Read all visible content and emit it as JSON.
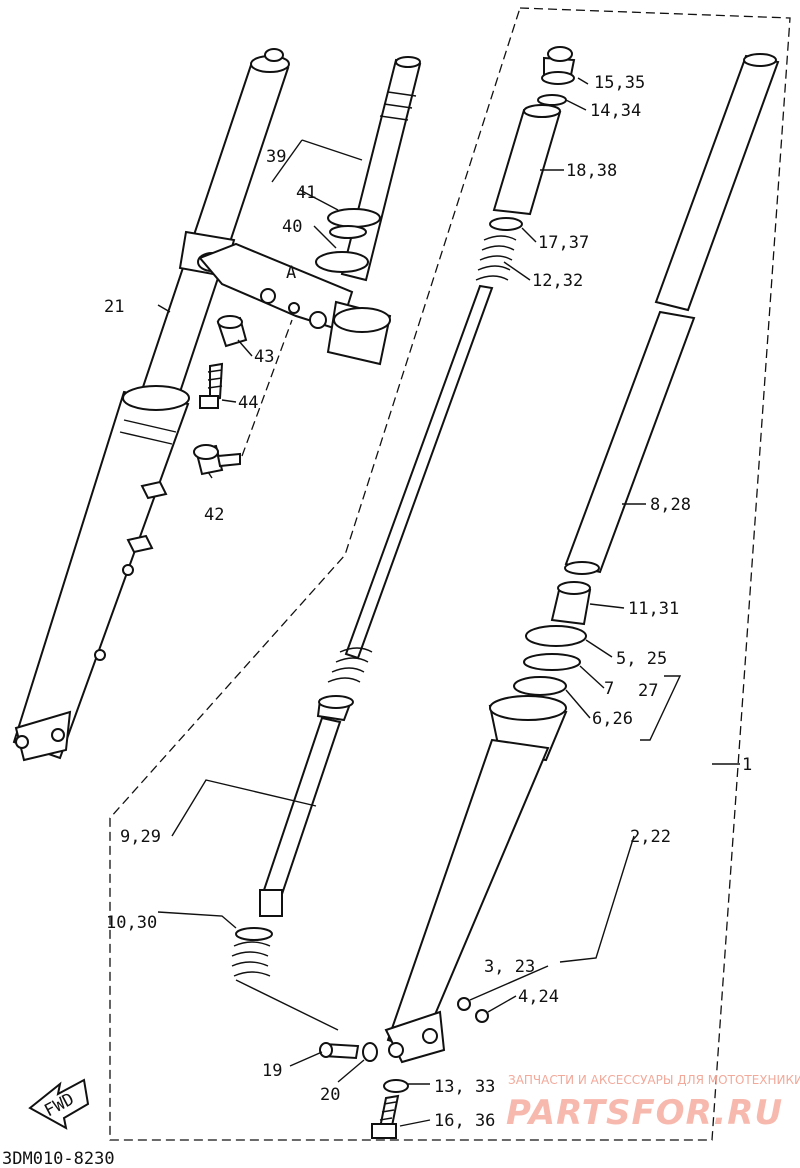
{
  "diagram": {
    "code": "3DM010-8230",
    "fwd_label": "FWD",
    "label_a": "A",
    "callouts": {
      "c1": "1",
      "c2_22": "2,22",
      "c3_23": "3, 23",
      "c4_24": "4,24",
      "c5_25": "5, 25",
      "c6_26": "6,26",
      "c7": "7",
      "c27": "27",
      "c8_28": "8,28",
      "c9_29": "9,29",
      "c10_30": "10,30",
      "c11_31": "11,31",
      "c12_32": "12,32",
      "c13_33": "13, 33",
      "c14_34": "14,34",
      "c15_35": "15,35",
      "c16_36": "16, 36",
      "c17_37": "17,37",
      "c18_38": "18,38",
      "c19": "19",
      "c20": "20",
      "c21": "21",
      "c39": "39",
      "c40": "40",
      "c41": "41",
      "c42": "42",
      "c43": "43",
      "c44": "44"
    }
  },
  "watermark": {
    "caption": "ЗАПЧАСТИ И АКСЕССУАРЫ ДЛЯ МОТОТЕХНИКИ",
    "brand": "PARTSFOR.RU"
  }
}
